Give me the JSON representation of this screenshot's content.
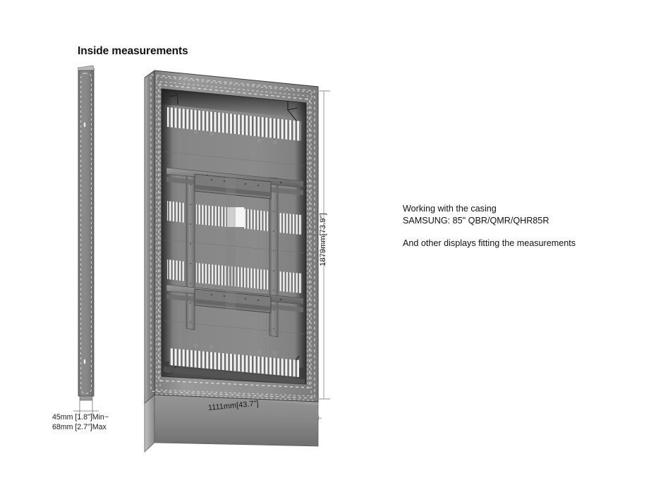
{
  "page": {
    "title": "Inside measurements",
    "background_color": "#ffffff",
    "text_color": "#111111"
  },
  "notes": {
    "line1": "Working with the casing",
    "line2": "SAMSUNG: 85\" QBR/QMR/QHR85R",
    "line3": "And other displays fitting the measurements"
  },
  "dimensions": {
    "height_label": "1879mm[73.9\"]",
    "width_label": "1111mm[43.7\"]",
    "depth_min_label": "45mm [1.8\"]Min~",
    "depth_max_label": "68mm [2.7\"]Max",
    "height_mm": 1879,
    "height_in": 73.9,
    "width_mm": 1111,
    "width_in": 43.7,
    "depth_min_mm": 45,
    "depth_min_in": 1.8,
    "depth_max_mm": 68,
    "depth_max_in": 2.7
  },
  "views": {
    "side_view_name": "side-profile-view",
    "front_view_name": "casing-front-view"
  },
  "colors": {
    "frame_face": "#8a8a8a",
    "frame_edge_dark": "#5a5a5a",
    "frame_edge_light": "#c9c9c9",
    "interior_panel": "#878787",
    "interior_shadow": "#4d4d4d",
    "vent_slat": "#f4f4f4",
    "dashed_line": "#dcdcdc",
    "dimension_line": "#8f8f8f",
    "outline": "#3a3a3a"
  }
}
